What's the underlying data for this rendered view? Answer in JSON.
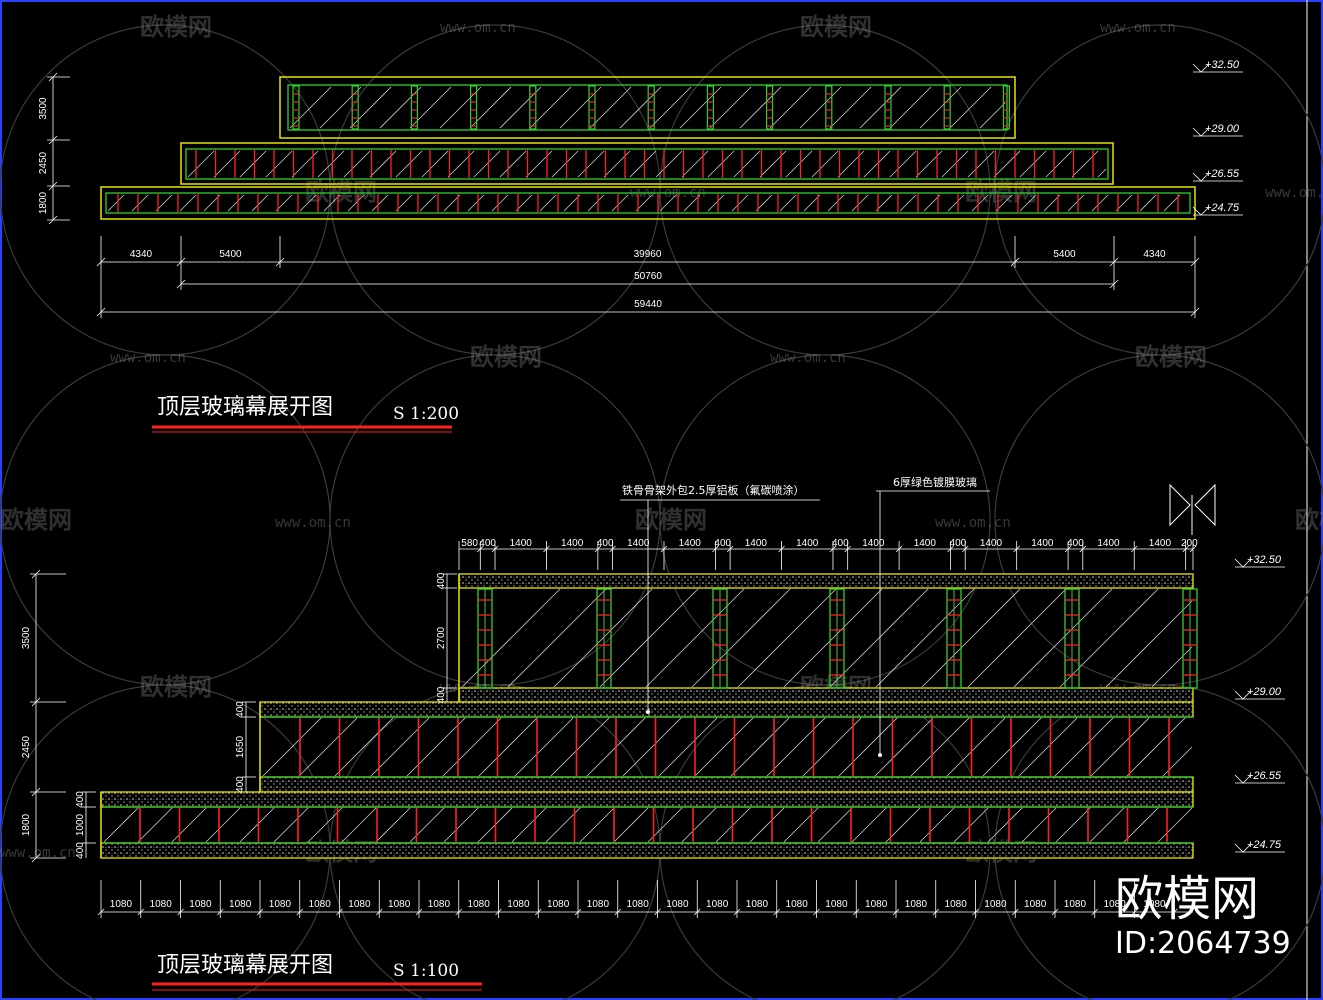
{
  "top_view": {
    "title": "顶层玻璃幕展开图",
    "scale": "S 1:200",
    "levels": [
      "+32.50",
      "+29.00",
      "+26.55",
      "+24.75"
    ],
    "vertical_dims": [
      "3500",
      "2450",
      "1800"
    ],
    "dims_row1": [
      "4340",
      "5400",
      "39960",
      "5400",
      "4340"
    ],
    "dim_total_inner": "50760",
    "dim_total": "59440"
  },
  "bottom_view": {
    "title": "顶层玻璃幕展开图",
    "scale": "S 1:100",
    "levels": [
      "+32.50",
      "+29.00",
      "+26.55",
      "+24.75"
    ],
    "note_left": "铁骨骨架外包2.5厚铝板（氟碳喷涂）",
    "note_right": "6厚绿色镀膜玻璃",
    "top_dims": [
      "580",
      "400",
      "1400",
      "1400",
      "400",
      "1400",
      "1400",
      "400",
      "1400",
      "1400",
      "400",
      "1400",
      "1400",
      "400",
      "1400",
      "1400",
      "400",
      "1400",
      "1400",
      "200"
    ],
    "tier_dims": [
      "400",
      "2700",
      "400",
      "400",
      "1650",
      "400",
      "400",
      "1000",
      "400"
    ],
    "vertical_dims": [
      "3500",
      "2450",
      "1800"
    ],
    "bottom_dim_value": "1080"
  },
  "watermark": {
    "brand": "欧模网",
    "url": "www.om.cn"
  },
  "stamp": {
    "brand": "欧模网",
    "id": "ID:2064739"
  }
}
